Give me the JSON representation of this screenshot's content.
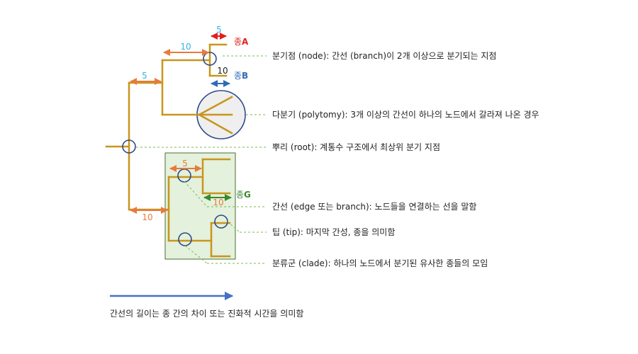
{
  "colors": {
    "branch": "#C8961E",
    "node_circle": "#2F4B8A",
    "leader": "#7DBB4F",
    "clade_box_fill": "#E4F1DC",
    "clade_box_stroke": "#4A6E34",
    "arrow_orange": "#E87A3A",
    "arrow_red": "#E02020",
    "arrow_blue": "#2E6CB5",
    "arrow_green": "#3A8A2E",
    "num_cyan": "#2FB6E6",
    "num_orange": "#E87A3A",
    "num_dark": "#222222",
    "sp_red": "#E02020",
    "sp_blue": "#2E6CB5",
    "sp_green": "#3A8A2E",
    "timeline_arrow": "#4472C4"
  },
  "measures": {
    "a_len": "5",
    "top_len": "10",
    "upper_len": "5",
    "b_len": "10",
    "clade_inner": "5",
    "g_len": "10",
    "lower_len": "10"
  },
  "species": {
    "prefix": "종",
    "a": "A",
    "b": "B",
    "g": "G"
  },
  "annotations": {
    "node": "분기점 (node): 간선 (branch)이 2개 이상으로 분기되는 지점",
    "polytomy": "다분기 (polytomy): 3개 이상의 간선이 하나의 노드에서 갈라져 나온 경우",
    "root": "뿌리 (root): 계통수 구조에서 최상위 분기 지점",
    "edge": "간선 (edge 또는 branch): 노드들을 연결하는 선을 말함",
    "tip": "팁 (tip): 마지막 간성, 종을 의미함",
    "clade": "분류군 (clade): 하나의 노드에서 분기된 유사한 종들의 모임"
  },
  "footer": "간선의 길이는 종 간의 차이 또는 진화적 시간을 의미함"
}
